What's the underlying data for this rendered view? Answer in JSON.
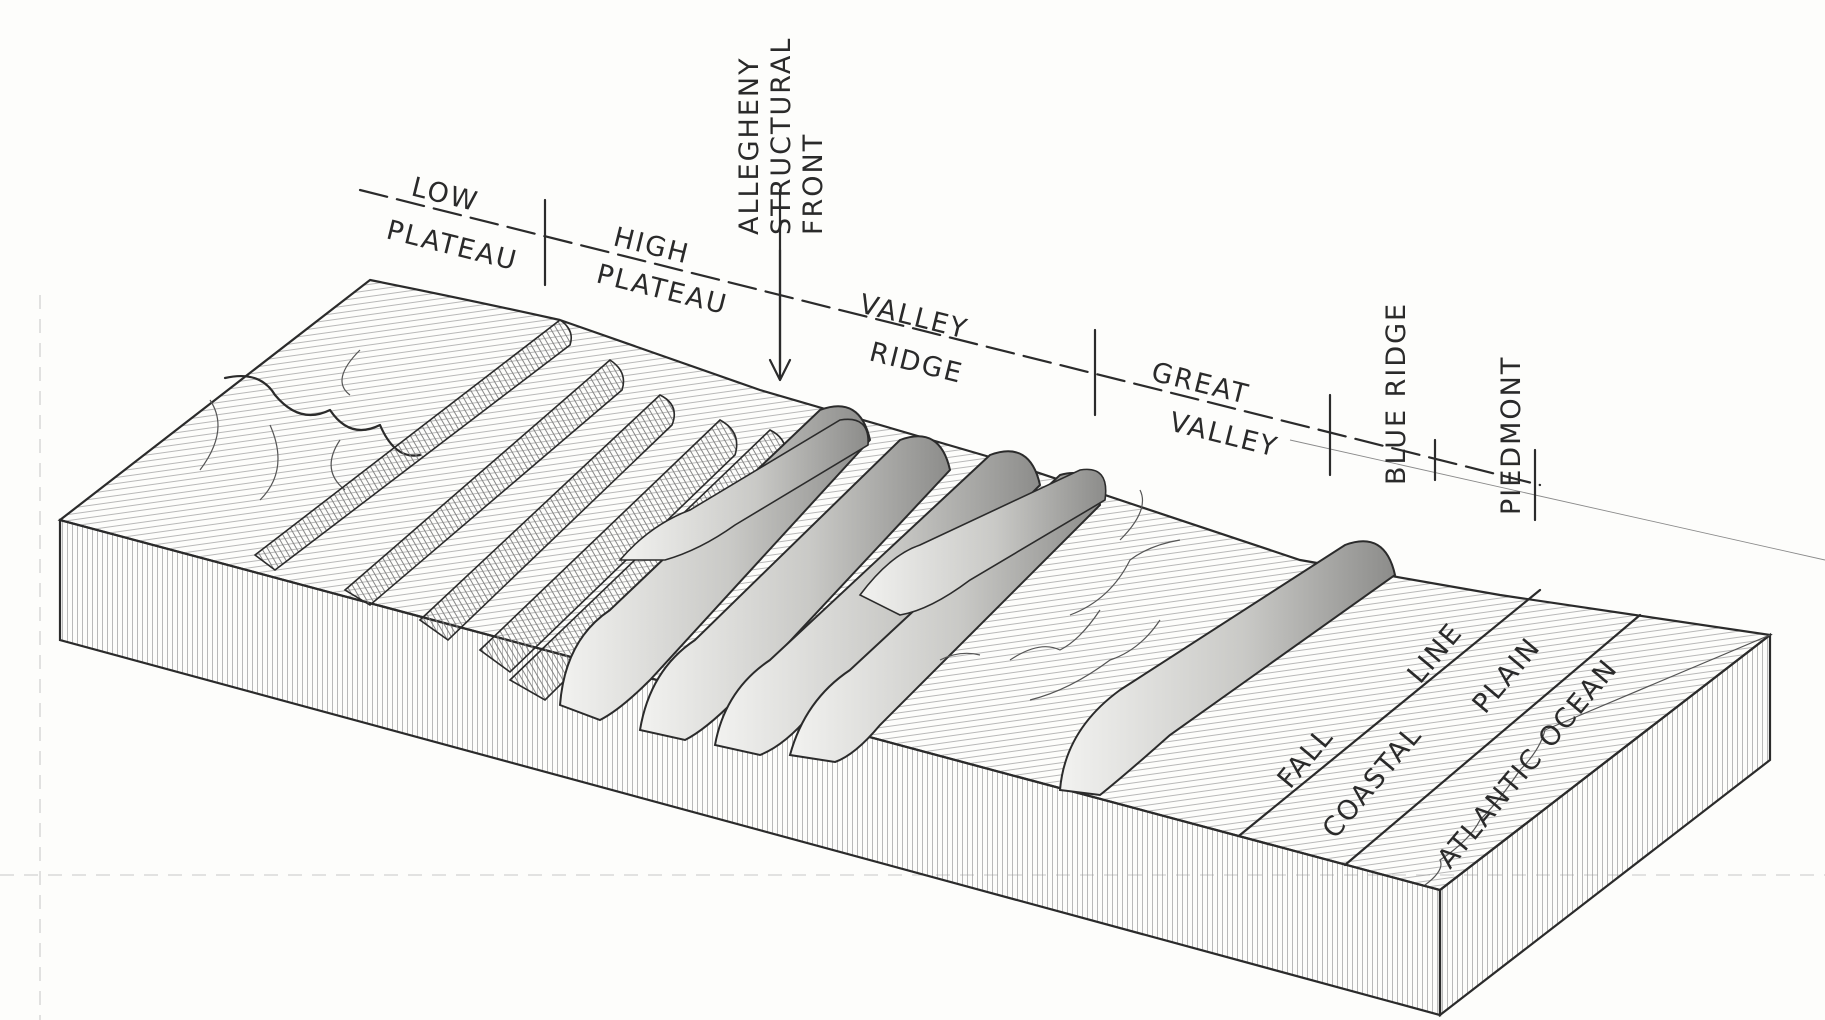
{
  "labels": {
    "low_plateau": [
      "LOW",
      "PLATEAU"
    ],
    "high_plateau": [
      "HIGH",
      "PLATEAU"
    ],
    "allegheny_front": [
      "ALLEGHENY",
      "STRUCTURAL",
      "FRONT"
    ],
    "valley_ridge": [
      "VALLEY",
      "RIDGE"
    ],
    "great_valley": [
      "GREAT",
      "VALLEY"
    ],
    "blue_ridge": "BLUE RIDGE",
    "piedmont": "PIEDMONT",
    "fall_line": [
      "FALL",
      "LINE"
    ],
    "coastal_plain": [
      "COASTAL",
      "PLAIN"
    ],
    "atlantic_ocean": "ATLANTIC OCEAN"
  },
  "colors": {
    "ink": "#2b2b2b",
    "paper": "#fdfdfb",
    "shade": "#bdbdbd"
  }
}
